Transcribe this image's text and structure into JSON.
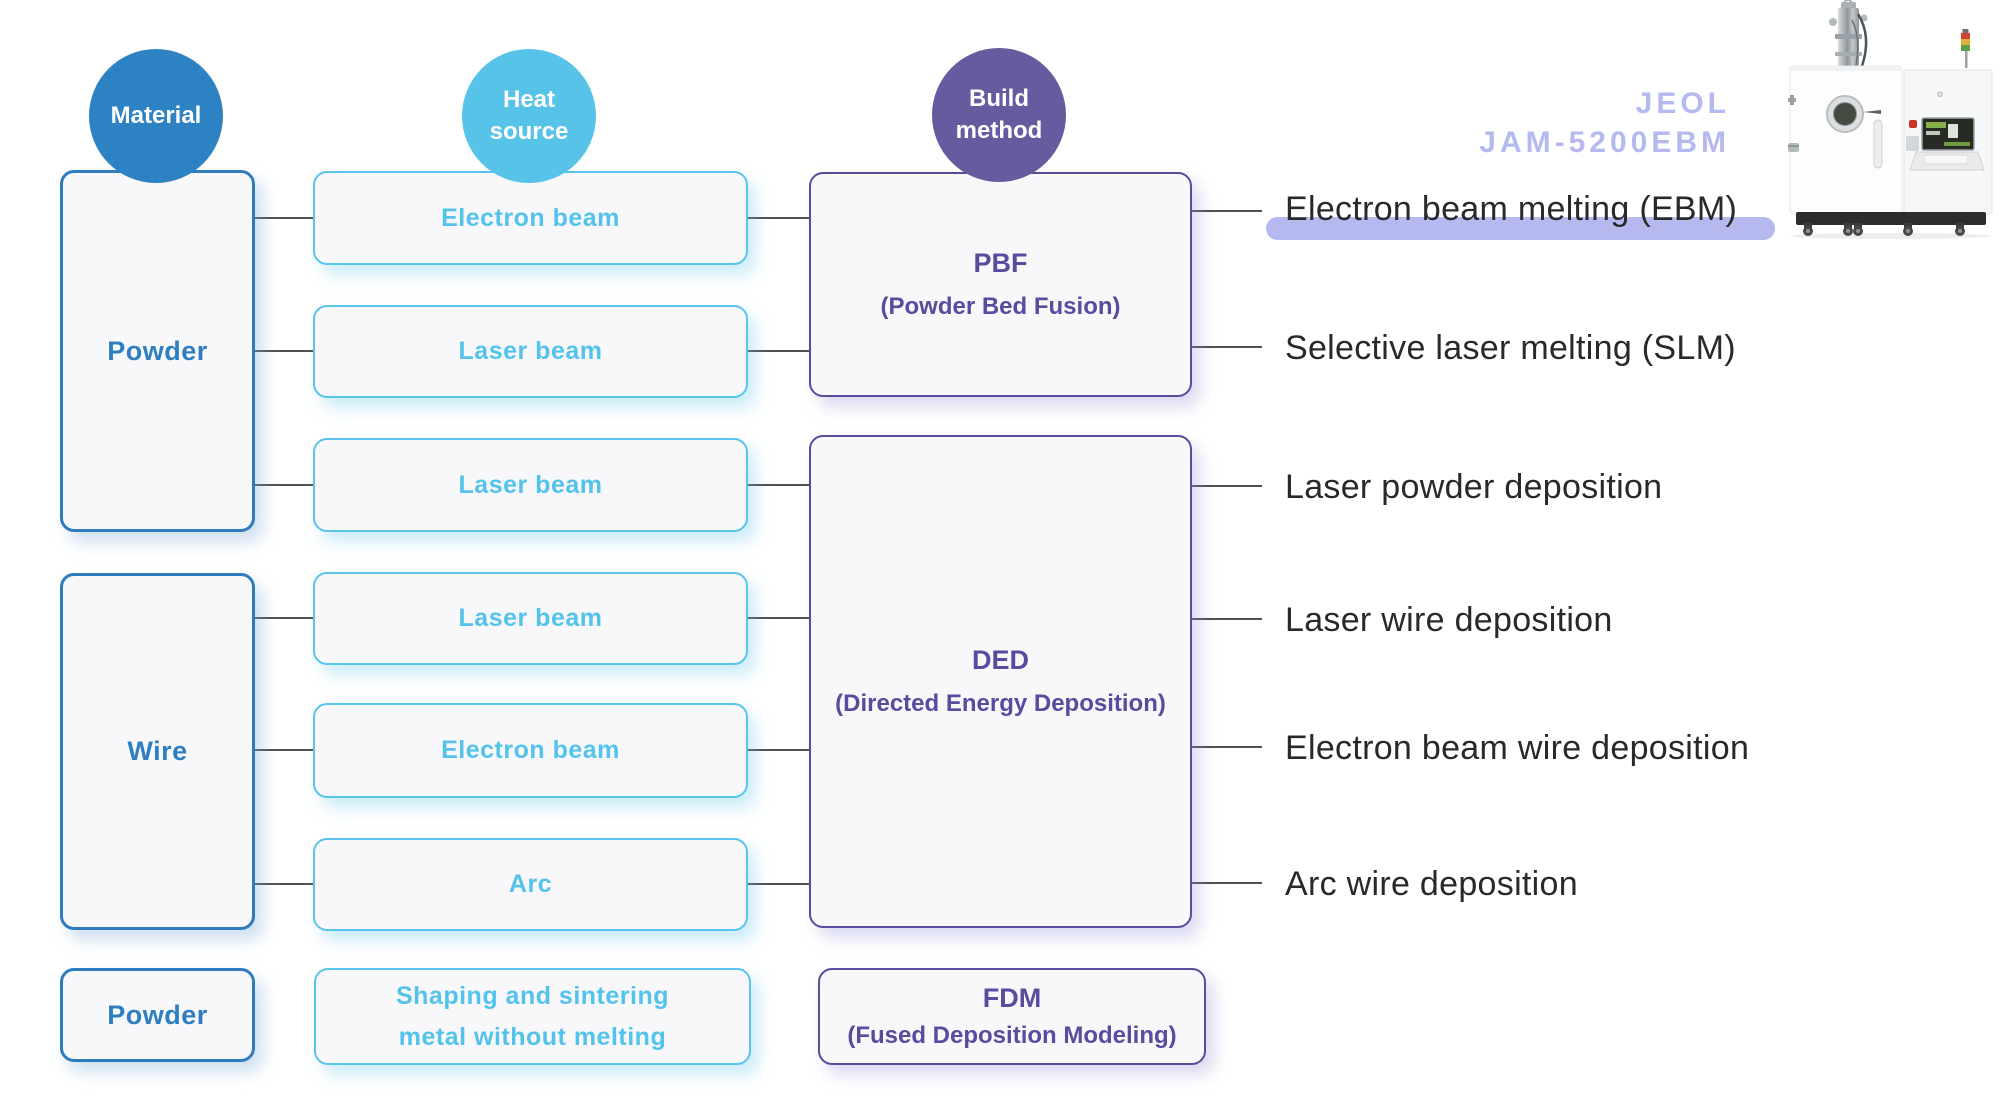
{
  "circles": {
    "material": {
      "label": "Material",
      "color": "#2d82c3"
    },
    "heat_source": {
      "line1": "Heat",
      "line2": "source",
      "color": "#58c3e9"
    },
    "build_method": {
      "line1": "Build",
      "line2": "method",
      "color": "#675a9f"
    }
  },
  "material_column": [
    {
      "label": "Powder"
    },
    {
      "label": "Wire"
    },
    {
      "label": "Powder"
    }
  ],
  "heat_column": [
    {
      "label": "Electron beam"
    },
    {
      "label": "Laser beam"
    },
    {
      "label": "Laser beam"
    },
    {
      "label": "Laser beam"
    },
    {
      "label": "Electron beam"
    },
    {
      "label": "Arc"
    },
    {
      "line1": "Shaping and sintering",
      "line2": "metal without melting"
    }
  ],
  "build_column": [
    {
      "abbr": "PBF",
      "full": "(Powder Bed Fusion)"
    },
    {
      "abbr": "DED",
      "full": "(Directed Energy Deposition)"
    },
    {
      "abbr": "FDM",
      "full": "(Fused Deposition Modeling)"
    }
  ],
  "method_labels": [
    {
      "text": "Electron beam melting (EBM)",
      "highlighted": true
    },
    {
      "text": "Selective laser melting (SLM)",
      "highlighted": false
    },
    {
      "text": "Laser powder deposition",
      "highlighted": false
    },
    {
      "text": "Laser wire deposition",
      "highlighted": false
    },
    {
      "text": "Electron beam wire deposition",
      "highlighted": false
    },
    {
      "text": "Arc wire deposition",
      "highlighted": false
    }
  ],
  "branding": {
    "line1": "JEOL",
    "line2": "JAM-5200EBM"
  },
  "colors": {
    "material_blue": "#2e7fc1",
    "heat_cyan": "#53c3ec",
    "build_purple": "#5b4a9e",
    "highlight_pill": "#b5b9f0",
    "brand_text": "#b4b9ef",
    "connector_gray": "#4f4f4f",
    "label_text": "#292929",
    "box_fill": "#f8f8fa"
  }
}
